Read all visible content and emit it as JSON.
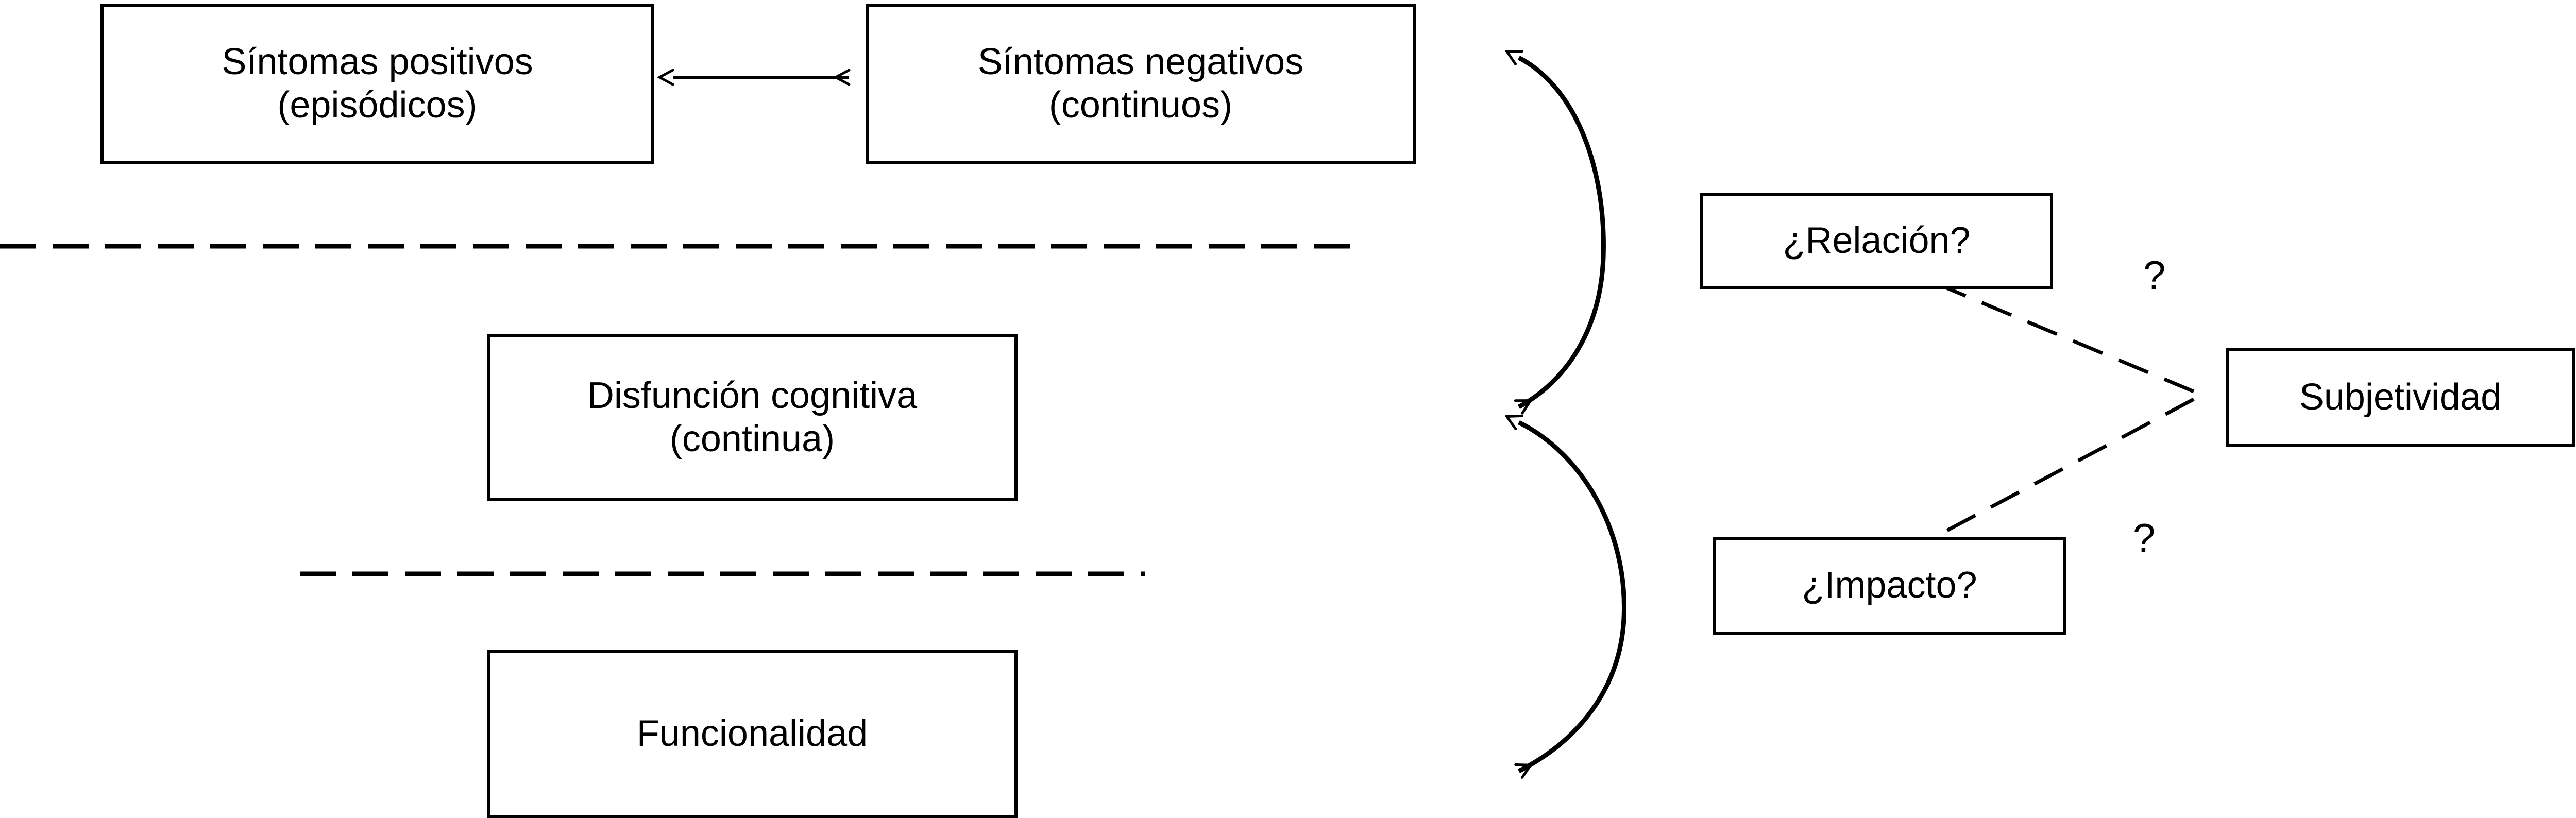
{
  "diagram": {
    "title": "",
    "language": "es",
    "background_color": "#ffffff",
    "line_color": "#000000",
    "nodes": {
      "positive_symptoms": {
        "label": "Síntomas positivos\n(episódicos)",
        "line1": "Síntomas positivos",
        "line2": "(episódicos)"
      },
      "negative_symptoms": {
        "label": "Síntomas negativos\n(continuos)",
        "line1": "Síntomas negativos",
        "line2": "(continuos)"
      },
      "cognitive_dysfunction": {
        "label": "Disfunción cognitiva\n(continua)",
        "line1": "Disfunción cognitiva",
        "line2": "(continua)"
      },
      "functionality": {
        "label": "Funcionalidad"
      },
      "relation": {
        "label": "¿Relación?"
      },
      "impact": {
        "label": "¿Impacto?"
      },
      "subjectivity": {
        "label": "Subjetividad"
      }
    },
    "edge_labels": {
      "relation_question": "?",
      "impact_question": "?"
    },
    "connectors": {
      "symptoms_bidirectional": "double-headed-arrow",
      "brace_upper": "curved-arrow",
      "brace_lower": "curved-arrow",
      "relation_link": "dashed-arrow",
      "impact_link": "dashed-arrow",
      "separator_upper": "dashed-line",
      "separator_lower": "dashed-line"
    }
  }
}
